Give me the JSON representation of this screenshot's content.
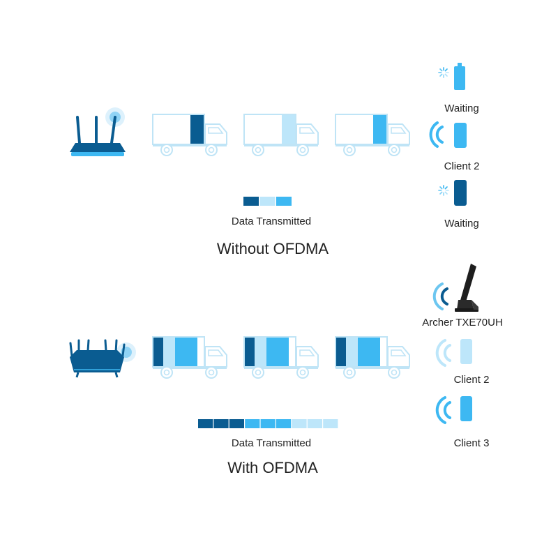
{
  "colors": {
    "dark": "#0A5C91",
    "mid": "#3DB8F2",
    "light": "#BDE6FA",
    "truck_outline": "#BFE4F6",
    "text": "#222222"
  },
  "top": {
    "router_icon": "wifi-router-icon",
    "trucks": [
      {
        "loads": [
          "dark"
        ]
      },
      {
        "loads": [
          "light"
        ]
      },
      {
        "loads": [
          "mid"
        ]
      }
    ],
    "legend_segments": [
      "dark",
      "light",
      "mid"
    ],
    "legend_label": "Data Transmitted",
    "title": "Without OFDMA",
    "clients": [
      {
        "label": "Waiting",
        "device": "phone-icon",
        "signal": "loading",
        "color": "mid"
      },
      {
        "label": "Client 2",
        "device": "phone-icon",
        "signal": "waves",
        "color": "mid"
      },
      {
        "label": "Waiting",
        "device": "phone-icon",
        "signal": "loading",
        "color": "dark"
      }
    ]
  },
  "bottom": {
    "router_icon": "mesh-router-icon",
    "trucks": [
      {
        "loads": [
          "dark",
          "light",
          "mid"
        ]
      },
      {
        "loads": [
          "dark",
          "light",
          "mid"
        ]
      },
      {
        "loads": [
          "dark",
          "light",
          "mid"
        ]
      }
    ],
    "legend_segments": [
      "dark",
      "dark",
      "dark",
      "mid",
      "mid",
      "mid",
      "light",
      "light",
      "light"
    ],
    "legend_label": "Data Transmitted",
    "title": "With OFDMA",
    "clients": [
      {
        "label": "Archer TXE70UH",
        "device": "usb-adapter-icon",
        "signal": "waves",
        "color": "dark"
      },
      {
        "label": "Client 2",
        "device": "phone-icon",
        "signal": "waves",
        "color": "light"
      },
      {
        "label": "Client 3",
        "device": "phone-icon",
        "signal": "waves",
        "color": "mid"
      }
    ]
  }
}
